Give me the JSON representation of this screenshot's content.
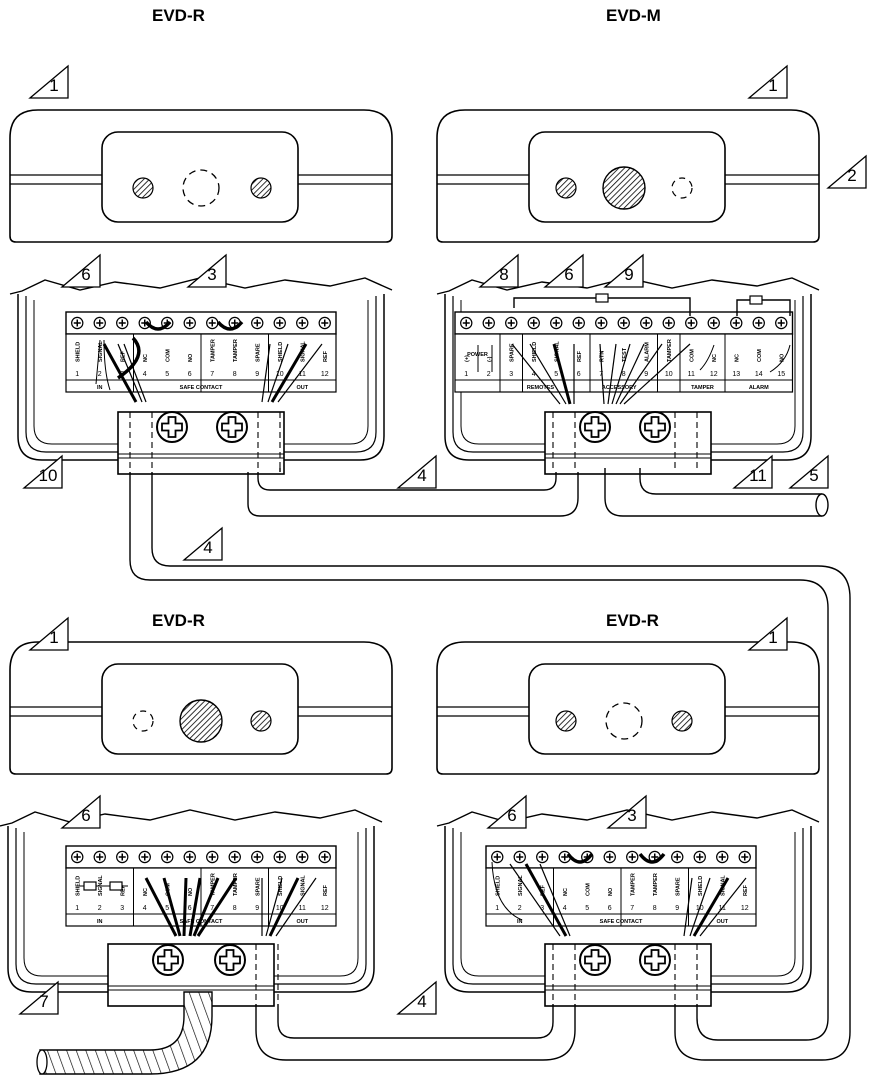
{
  "titles": {
    "top_left": "EVD-R",
    "top_right": "EVD-M",
    "bottom_left": "EVD-R",
    "bottom_right": "EVD-R"
  },
  "callouts": {
    "c1_tl": "1",
    "c1_tr": "1",
    "c1_bl": "1",
    "c1_br": "1",
    "c2": "2",
    "c3_tl": "3",
    "c3_br": "3",
    "c4_top": "4",
    "c4_mid": "4",
    "c4_bottom": "4",
    "c5": "5",
    "c6_tl": "6",
    "c6_tr": "6",
    "c6_bl": "6",
    "c6_br": "6",
    "c7": "7",
    "c8": "8",
    "c9": "9",
    "c10": "10",
    "c11": "11"
  },
  "evd_r_terminals": {
    "labels": [
      "SHIELD",
      "SIGNAL",
      "REF",
      "NC",
      "COM",
      "NO",
      "TAMPER",
      "TAMPER",
      "SPARE",
      "SHIELD",
      "SIGNAL",
      "REF"
    ],
    "numbers": [
      "1",
      "2",
      "3",
      "4",
      "5",
      "6",
      "7",
      "8",
      "9",
      "10",
      "11",
      "12"
    ],
    "groups": [
      "IN",
      "SAFE CONTACT",
      "OUT"
    ]
  },
  "evd_m_terminals": {
    "labels": [
      "(+)",
      "(-)",
      "SPARE",
      "SHIELD",
      "SIGNAL",
      "REF",
      "RTN",
      "TEST",
      "ALARM",
      "TAMPER",
      "COM",
      "NC",
      "NC",
      "COM",
      "NO"
    ],
    "power_label": "POWER",
    "numbers": [
      "1",
      "2",
      "3",
      "4",
      "5",
      "6",
      "7",
      "8",
      "9",
      "10",
      "11",
      "12",
      "13",
      "14",
      "15"
    ],
    "groups": [
      "REMOTES",
      "ACCESSORY",
      "TAMPER",
      "ALARM"
    ]
  }
}
